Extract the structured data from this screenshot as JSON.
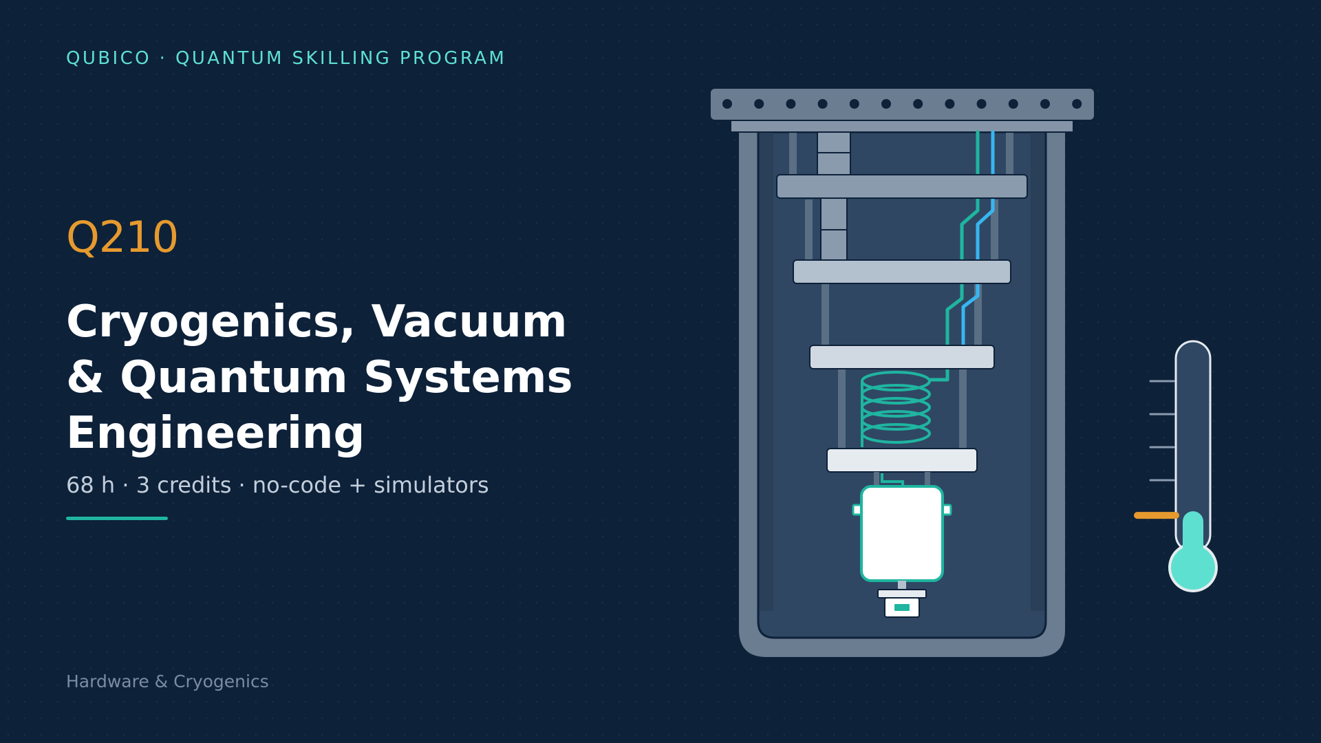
{
  "header": {
    "eyebrow": "QUBICO · QUANTUM SKILLING PROGRAM"
  },
  "course": {
    "code": "Q210",
    "title_lines": [
      "Cryogenics, Vacuum",
      "& Quantum Systems",
      "Engineering"
    ],
    "meta": "68 h · 3 credits · no-code + simulators",
    "category": "Hardware & Cryogenics"
  },
  "colors": {
    "background": "#0d2139",
    "accent_teal": "#1fb5a0",
    "accent_orange": "#e69a2e",
    "eyebrow": "#5ee0d0",
    "wire_blue": "#38b6f0"
  },
  "illustration": {
    "subject": "dilution-refrigerator",
    "stage_count": 4,
    "thermometer_level": 0.2
  }
}
